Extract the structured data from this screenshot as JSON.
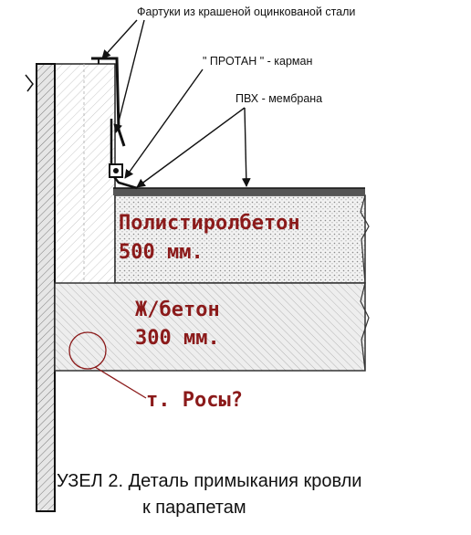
{
  "labels": {
    "flashing": "Фартуки из крашеной оцинкованой стали",
    "protan_pocket": "\" ПРОТАН \" - карман",
    "pvc_membrane": "ПВХ - мембрана"
  },
  "layers": {
    "polystyrene_name": "Полистиролбетон",
    "polystyrene_thickness": "500 мм.",
    "concrete_name": "Ж/бетон",
    "concrete_thickness": "300 мм."
  },
  "dew_point": "т. Росы?",
  "caption": {
    "line1": "УЗЕЛ  2.  Деталь примыкания кровли",
    "line2": "к парапетам"
  },
  "colors": {
    "annotation": "#8b1a1a",
    "line": "#111111",
    "hatch": "#9a9a9a"
  }
}
